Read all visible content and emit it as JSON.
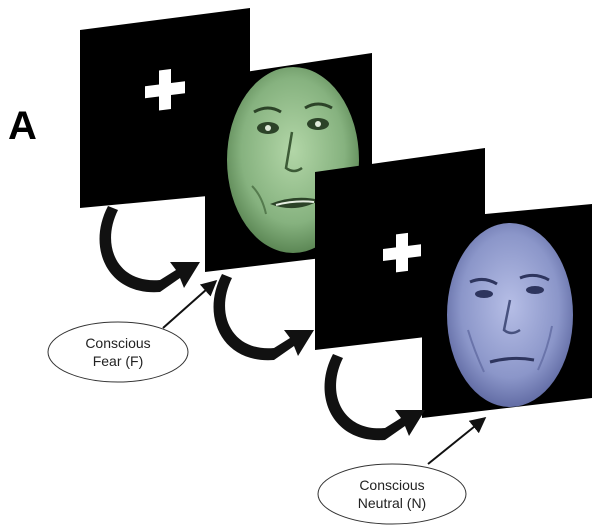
{
  "panel_label": "A",
  "labels": {
    "fear_line1": "Conscious",
    "fear_line2": "Fear (F)",
    "neutral_line1": "Conscious",
    "neutral_line2": "Neutral (N)"
  },
  "colors": {
    "screen": "#000000",
    "fear_face": "#86b27f",
    "neutral_face": "#8b96c9",
    "fixation": "#ffffff",
    "arrow": "#111111"
  },
  "icons": [
    "fixation-cross",
    "curved-arrow",
    "pointer-arrow"
  ]
}
